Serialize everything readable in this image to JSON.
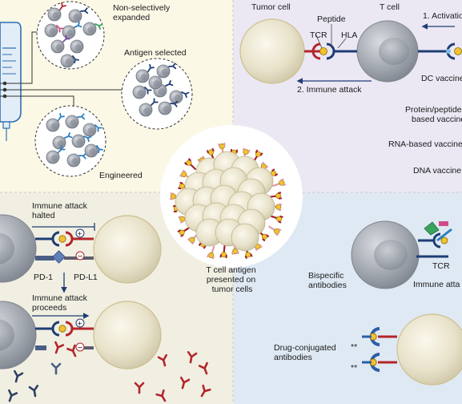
{
  "colors": {
    "topLeftBg": "#fbf8e6",
    "topRightBg": "#ebe8f4",
    "bottomLeftBg": "#f1efe2",
    "bottomRightBg": "#dfe9f4",
    "tcell": "#9fa5ae",
    "tumor": "#e7e1c9",
    "navy": "#1f3d73",
    "red": "#b3262c",
    "yellow": "#f2c230"
  },
  "icons": {
    "bag": "iv-bag-icon",
    "plus": "plus-icon",
    "minus": "minus-icon"
  },
  "top_left": {
    "non_selective": "Non-selectively expanded",
    "non_selective_lines": [
      "Non-selectively",
      "expanded"
    ],
    "antigen_selected": "Antigen selected",
    "engineered": "Engineered"
  },
  "top_right": {
    "tumor_cell": "Tumor cell",
    "t_cell": "T cell",
    "peptide": "Peptide",
    "tcr": "TCR",
    "hla": "HLA",
    "activation": "1. Activatio",
    "immune_attack": "2. Immune attack",
    "dc_vaccine": "DC vaccine",
    "protein_vaccine": "Protein/peptide based vaccine",
    "protein_vaccine_lines": [
      "Protein/peptide",
      "based vaccine"
    ],
    "rna_vaccine": "RNA-based vaccine",
    "dna_vaccine": "DNA vaccine"
  },
  "center": {
    "caption": "T cell antigen presented on tumor cells",
    "caption_lines": [
      "T cell antigen",
      "presented on",
      "tumor cells"
    ]
  },
  "bottom_left": {
    "halted": "Immune attack halted",
    "halted_lines": [
      "Immune attack",
      "halted"
    ],
    "pd1": "PD-1",
    "pdl1": "PD-L1",
    "proceeds": "Immune attack proceeds",
    "proceeds_lines": [
      "Immune attack",
      "proceeds"
    ],
    "plus": "+",
    "minus": "−"
  },
  "bottom_right": {
    "bispecific": "Bispecific antibodies",
    "bispecific_lines": [
      "Bispecific",
      "antibodies"
    ],
    "tcr": "TCR",
    "immune_attack": "Immune atta",
    "drug_conjugated": "Drug-conjugated antibodies",
    "drug_conjugated_lines": [
      "Drug-conjugated",
      "antibodies"
    ],
    "drug_mark": "**"
  }
}
